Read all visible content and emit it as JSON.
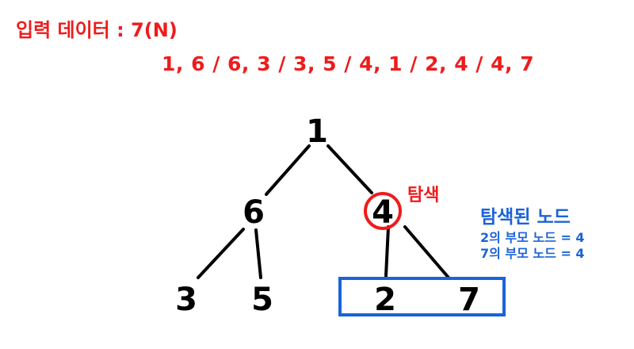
{
  "input": {
    "title": "입력 데이터 : 7(N)",
    "edges_text": "1, 6 / 6, 3 / 3, 5 / 4, 1 / 2, 4 / 4, 7"
  },
  "tree": {
    "nodes": [
      {
        "id": "1",
        "label": "1"
      },
      {
        "id": "6",
        "label": "6"
      },
      {
        "id": "4",
        "label": "4"
      },
      {
        "id": "3",
        "label": "3"
      },
      {
        "id": "5",
        "label": "5"
      },
      {
        "id": "2",
        "label": "2"
      },
      {
        "id": "7",
        "label": "7"
      }
    ],
    "edges": [
      [
        "1",
        "6"
      ],
      [
        "1",
        "4"
      ],
      [
        "6",
        "3"
      ],
      [
        "6",
        "5"
      ],
      [
        "4",
        "2"
      ],
      [
        "4",
        "7"
      ]
    ],
    "searched_node": "4",
    "search_label": "탐색"
  },
  "legend": {
    "title": "탐색된 노드",
    "lines": [
      "2의 부모 노드 = 4",
      "7의 부모 노드 = 4"
    ]
  },
  "colors": {
    "highlight_red": "#ee1c1c",
    "found_blue": "#1b63d8",
    "edge_black": "#000000"
  }
}
